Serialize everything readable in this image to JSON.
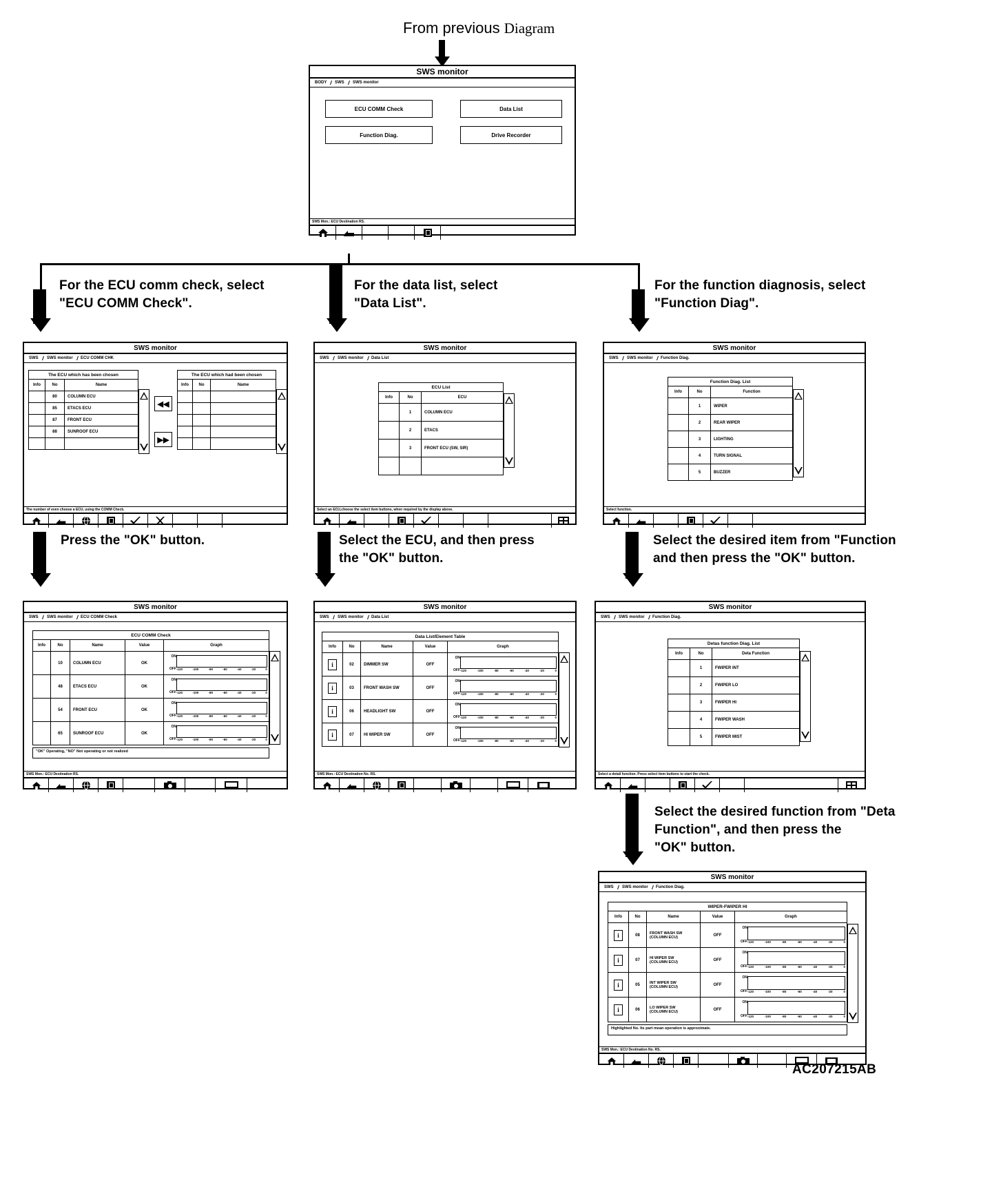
{
  "page": {
    "from_previous": "From previous",
    "from_previous_serif": "Diagram",
    "figure_number": "AC207215AB"
  },
  "captions": {
    "ecu_comm": "For the ECU comm check, select\n\"ECU COMM Check\".",
    "data_list": "For the data list, select\n\"Data List\".",
    "function_diag": "For the function diagnosis, select\n\"Function Diag\".",
    "press_ok": "Press the \"OK\" button.",
    "select_ecu_ok": "Select the ECU, and then press\nthe \"OK\" button.",
    "select_function_ok": "Select the desired item from \"Function\nand then press the \"OK\" button.",
    "select_deta_ok": "Select the desired function from \"Deta\nFunction\", and then press the\n\"OK\" button."
  },
  "common": {
    "title": "SWS monitor",
    "status_text": "Select an ECU,choose the select item buttons, when required by the display above.",
    "toolbar_icons": [
      "home-icon",
      "back-icon",
      "blank",
      "blank",
      "page-icon"
    ]
  },
  "menu_window": {
    "title": "SWS monitor",
    "breadcrumbs": [
      "BODY",
      "SWS",
      "SWS monitor"
    ],
    "buttons": [
      {
        "label": "ECU COMM Check"
      },
      {
        "label": "Data List"
      },
      {
        "label": "Function Diag."
      },
      {
        "label": "Drive Recorder"
      }
    ],
    "status_text": "SWS Mon.: ECU Destination RS.",
    "toolbar_icons": [
      "home-icon",
      "back-icon",
      "blank",
      "blank",
      "page-icon"
    ]
  },
  "ecu_comm_select_window": {
    "title": "SWS monitor",
    "breadcrumbs": [
      "SWS",
      "SWS monitor",
      "ECU COMM CHK"
    ],
    "left_table": {
      "caption": "The ECU which has been chosen",
      "columns": [
        "Info",
        "No",
        "Name"
      ],
      "rows": [
        {
          "info": "",
          "no": "80",
          "name": "COLUMN ECU"
        },
        {
          "info": "",
          "no": "85",
          "name": "ETACS ECU"
        },
        {
          "info": "",
          "no": "87",
          "name": "FRONT ECU"
        },
        {
          "info": "",
          "no": "88",
          "name": "SUNROOF ECU"
        },
        {
          "info": "",
          "no": "",
          "name": ""
        }
      ]
    },
    "right_table": {
      "caption": "The ECU which had been chosen",
      "columns": [
        "Info",
        "No",
        "Name"
      ],
      "rows": [
        {
          "info": "",
          "no": "",
          "name": ""
        },
        {
          "info": "",
          "no": "",
          "name": ""
        },
        {
          "info": "",
          "no": "",
          "name": ""
        },
        {
          "info": "",
          "no": "",
          "name": ""
        },
        {
          "info": "",
          "no": "",
          "name": ""
        }
      ]
    },
    "move_left_label": "◀◀",
    "move_right_label": "▶▶",
    "status_text": "The number of even choose a ECU, using the COMM Check.",
    "toolbar_icons": [
      "home-icon",
      "back-icon",
      "blank",
      "globe-icon",
      "page-icon",
      "check-icon",
      "x-icon",
      "blank",
      "blank"
    ]
  },
  "ecu_comm_result_window": {
    "title": "SWS monitor",
    "breadcrumbs": [
      "SWS",
      "SWS monitor",
      "ECU COMM Check"
    ],
    "table": {
      "caption": "ECU COMM Check",
      "columns": [
        "Info",
        "No",
        "Name",
        "Value",
        "Graph"
      ],
      "rows": [
        {
          "info": "",
          "no": "10",
          "name": "COLUMN ECU",
          "value": "OK"
        },
        {
          "info": "",
          "no": "48",
          "name": "ETACS ECU",
          "value": "OK"
        },
        {
          "info": "",
          "no": "54",
          "name": "FRONT ECU",
          "value": "OK"
        },
        {
          "info": "",
          "no": "65",
          "name": "SUNROOF ECU",
          "value": "OK"
        }
      ]
    },
    "graph_labels": {
      "high": "ON",
      "low": "OFF"
    },
    "graph_axis": [
      "-120",
      "-100",
      "-80",
      "-60",
      "-40",
      "-20",
      "0"
    ],
    "note": "\"OK\" Operating, \"NO\" Not operating or not realized",
    "status_text": "SWS Mon.: ECU Destination RS.",
    "toolbar_icons": [
      "home-icon",
      "back-icon",
      "blank",
      "globe-icon",
      "page-icon",
      "blank",
      "camera-icon",
      "blank",
      "monitor-icon",
      "blank"
    ]
  },
  "data_list_select_window": {
    "title": "SWS monitor",
    "breadcrumbs": [
      "SWS",
      "SWS monitor",
      "Data List"
    ],
    "table": {
      "caption": "ECU List",
      "columns": [
        "Info",
        "No",
        "ECU"
      ],
      "rows": [
        {
          "info": "",
          "no": "1",
          "ecu": "COLUMN ECU"
        },
        {
          "info": "",
          "no": "2",
          "ecu": "ETACS"
        },
        {
          "info": "",
          "no": "3",
          "ecu": "FRONT ECU (SW, SIR)"
        }
      ]
    },
    "status_text": "Select an ECU,choose the select item buttons, when required by the display above.",
    "toolbar_icons": [
      "home-icon",
      "back-icon",
      "blank",
      "page-icon",
      "check-icon",
      "blank",
      "blank",
      "grid-icon"
    ]
  },
  "data_list_result_window": {
    "title": "SWS monitor",
    "breadcrumbs": [
      "SWS",
      "SWS monitor",
      "Data List"
    ],
    "table": {
      "caption": "Data List/Element Table",
      "columns": [
        "Info",
        "No",
        "Name",
        "Value",
        "Graph"
      ],
      "rows": [
        {
          "info": "info-icon",
          "no": "02",
          "name": "DIMMER SW",
          "value": "OFF"
        },
        {
          "info": "info-icon",
          "no": "03",
          "name": "FRONT WASH SW",
          "value": "OFF"
        },
        {
          "info": "info-icon",
          "no": "06",
          "name": "HEADLIGHT SW",
          "value": "OFF"
        },
        {
          "info": "info-icon",
          "no": "07",
          "name": "HI WIPER SW",
          "value": "OFF"
        }
      ]
    },
    "graph_labels": {
      "high": "ON",
      "low": "OFF"
    },
    "graph_axis": [
      "-120",
      "-100",
      "-80",
      "-60",
      "-40",
      "-20",
      "0"
    ],
    "status_text": "SWS Mon.: ECU Destination No. RS.",
    "toolbar_icons": [
      "home-icon",
      "back-icon",
      "blank",
      "globe-icon",
      "page-icon",
      "blank",
      "camera-icon",
      "blank",
      "monitor-icon",
      "screen-icon"
    ]
  },
  "function_diag_select_window": {
    "title": "SWS monitor",
    "breadcrumbs": [
      "SWS",
      "SWS monitor",
      "Function Diag."
    ],
    "table": {
      "caption": "Function Diag. List",
      "columns": [
        "Info",
        "No",
        "Function"
      ],
      "rows": [
        {
          "info": "",
          "no": "1",
          "function": "WIPER"
        },
        {
          "info": "",
          "no": "2",
          "function": "REAR WIPER"
        },
        {
          "info": "",
          "no": "3",
          "function": "LIGHTING"
        },
        {
          "info": "",
          "no": "4",
          "function": "TURN SIGNAL"
        },
        {
          "info": "",
          "no": "5",
          "function": "BUZZER"
        }
      ]
    },
    "status_text": "Select function.",
    "toolbar_icons": [
      "home-icon",
      "back-icon",
      "blank",
      "page-icon",
      "check-icon",
      "blank",
      "blank"
    ]
  },
  "deta_function_window": {
    "title": "SWS monitor",
    "breadcrumbs": [
      "SWS",
      "SWS monitor",
      "Function Diag."
    ],
    "table": {
      "caption": "Detas function Diag. List",
      "columns": [
        "Info",
        "No",
        "Deta Function"
      ],
      "rows": [
        {
          "info": "",
          "no": "1",
          "function": "FWIPER INT"
        },
        {
          "info": "",
          "no": "2",
          "function": "FWIPER LO"
        },
        {
          "info": "",
          "no": "3",
          "function": "FWIPER HI"
        },
        {
          "info": "",
          "no": "4",
          "function": "FWIPER WASH"
        },
        {
          "info": "",
          "no": "5",
          "function": "FWIPER MIST"
        }
      ]
    },
    "status_text": "Select a detail function. Press select item buttons to start the check.",
    "toolbar_icons": [
      "home-icon",
      "back-icon",
      "blank",
      "page-icon",
      "check-icon",
      "blank",
      "blank",
      "grid-icon"
    ]
  },
  "final_window": {
    "title": "SWS monitor",
    "breadcrumbs": [
      "SWS",
      "SWS monitor",
      "Function Diag."
    ],
    "table": {
      "caption": "WIPER-FWIPER HI",
      "columns": [
        "Info",
        "No",
        "Name",
        "Value",
        "Graph"
      ],
      "rows": [
        {
          "info": "info-icon",
          "no": "08",
          "name": "FRONT WASH SW\n(COLUMN ECU)",
          "value": "OFF"
        },
        {
          "info": "info-icon",
          "no": "07",
          "name": "HI WIPER SW\n(COLUMN ECU)",
          "value": "OFF"
        },
        {
          "info": "info-icon",
          "no": "05",
          "name": "INT WIPER SW\n(COLUMN ECU)",
          "value": "OFF"
        },
        {
          "info": "info-icon",
          "no": "06",
          "name": "LO WIPER SW\n(COLUMN ECU)",
          "value": "OFF"
        }
      ]
    },
    "graph_labels": {
      "high": "ON",
      "low": "OFF"
    },
    "graph_axis": [
      "-120",
      "-100",
      "-80",
      "-60",
      "-40",
      "-20",
      "0"
    ],
    "note": "Highlighted No. Its part mean operation is approximate.",
    "status_text": "SWS Mon.: ECU Destination No. RS.",
    "toolbar_icons": [
      "home-icon",
      "back-icon",
      "blank",
      "globe-icon",
      "page-icon",
      "blank",
      "camera-icon",
      "blank",
      "monitor-icon",
      "screen-icon"
    ]
  }
}
